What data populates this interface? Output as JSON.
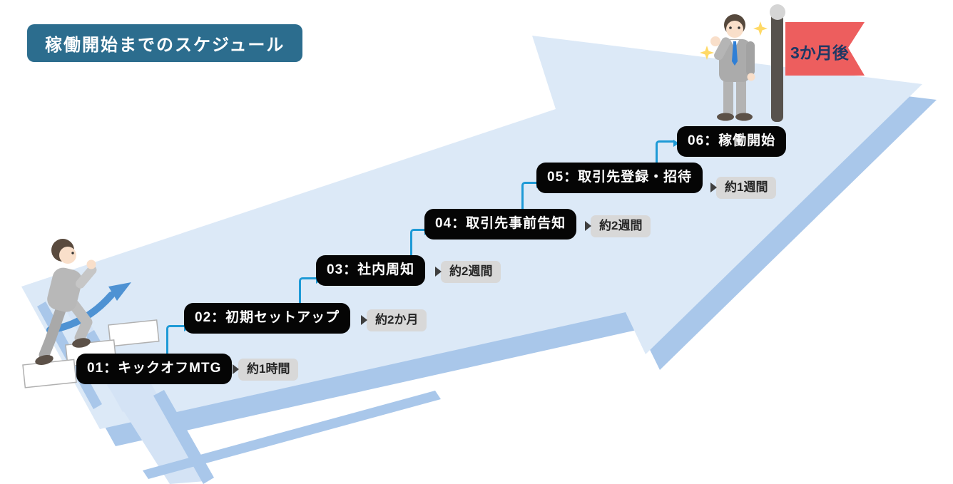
{
  "title": "稼働開始までのスケジュール",
  "goal_flag": {
    "label": "3か月後"
  },
  "steps": [
    {
      "id": "01",
      "label": "01：キックオフMTG",
      "duration": "約1時間"
    },
    {
      "id": "02",
      "label": "02：初期セットアップ",
      "duration": "約2か月"
    },
    {
      "id": "03",
      "label": "03：社内周知",
      "duration": "約2週間"
    },
    {
      "id": "04",
      "label": "04：取引先事前告知",
      "duration": "約2週間"
    },
    {
      "id": "05",
      "label": "05：取引先登録・招待",
      "duration": "約1週間"
    },
    {
      "id": "06",
      "label": "06：稼働開始",
      "duration": ""
    }
  ],
  "icons": [
    "big-arrow-icon",
    "arrow-shadow-icon",
    "tail-stripes-icon",
    "stairs-icon",
    "climbing-person-icon",
    "goal-person-icon",
    "sparkle-icon",
    "flag-icon",
    "flag-pole-icon",
    "swoosh-arrow-icon"
  ],
  "colors": {
    "title_bg": "#2c6d8e",
    "title_text": "#ffffff",
    "step_bg": "#050505",
    "step_text": "#ffffff",
    "duration_bg": "#d8d8d8",
    "duration_text": "#262626",
    "connector": "#1e9ad6",
    "arrow_light": "#dce9f7",
    "arrow_shadow": "#a9c7ea",
    "swoosh_blue": "#4e92d3",
    "flag_red": "#ed5e5e",
    "flag_text": "#1f3864",
    "pole_gray": "#57524d",
    "suit_gray": "#ababab",
    "sparkle_yellow": "#ffd966"
  }
}
